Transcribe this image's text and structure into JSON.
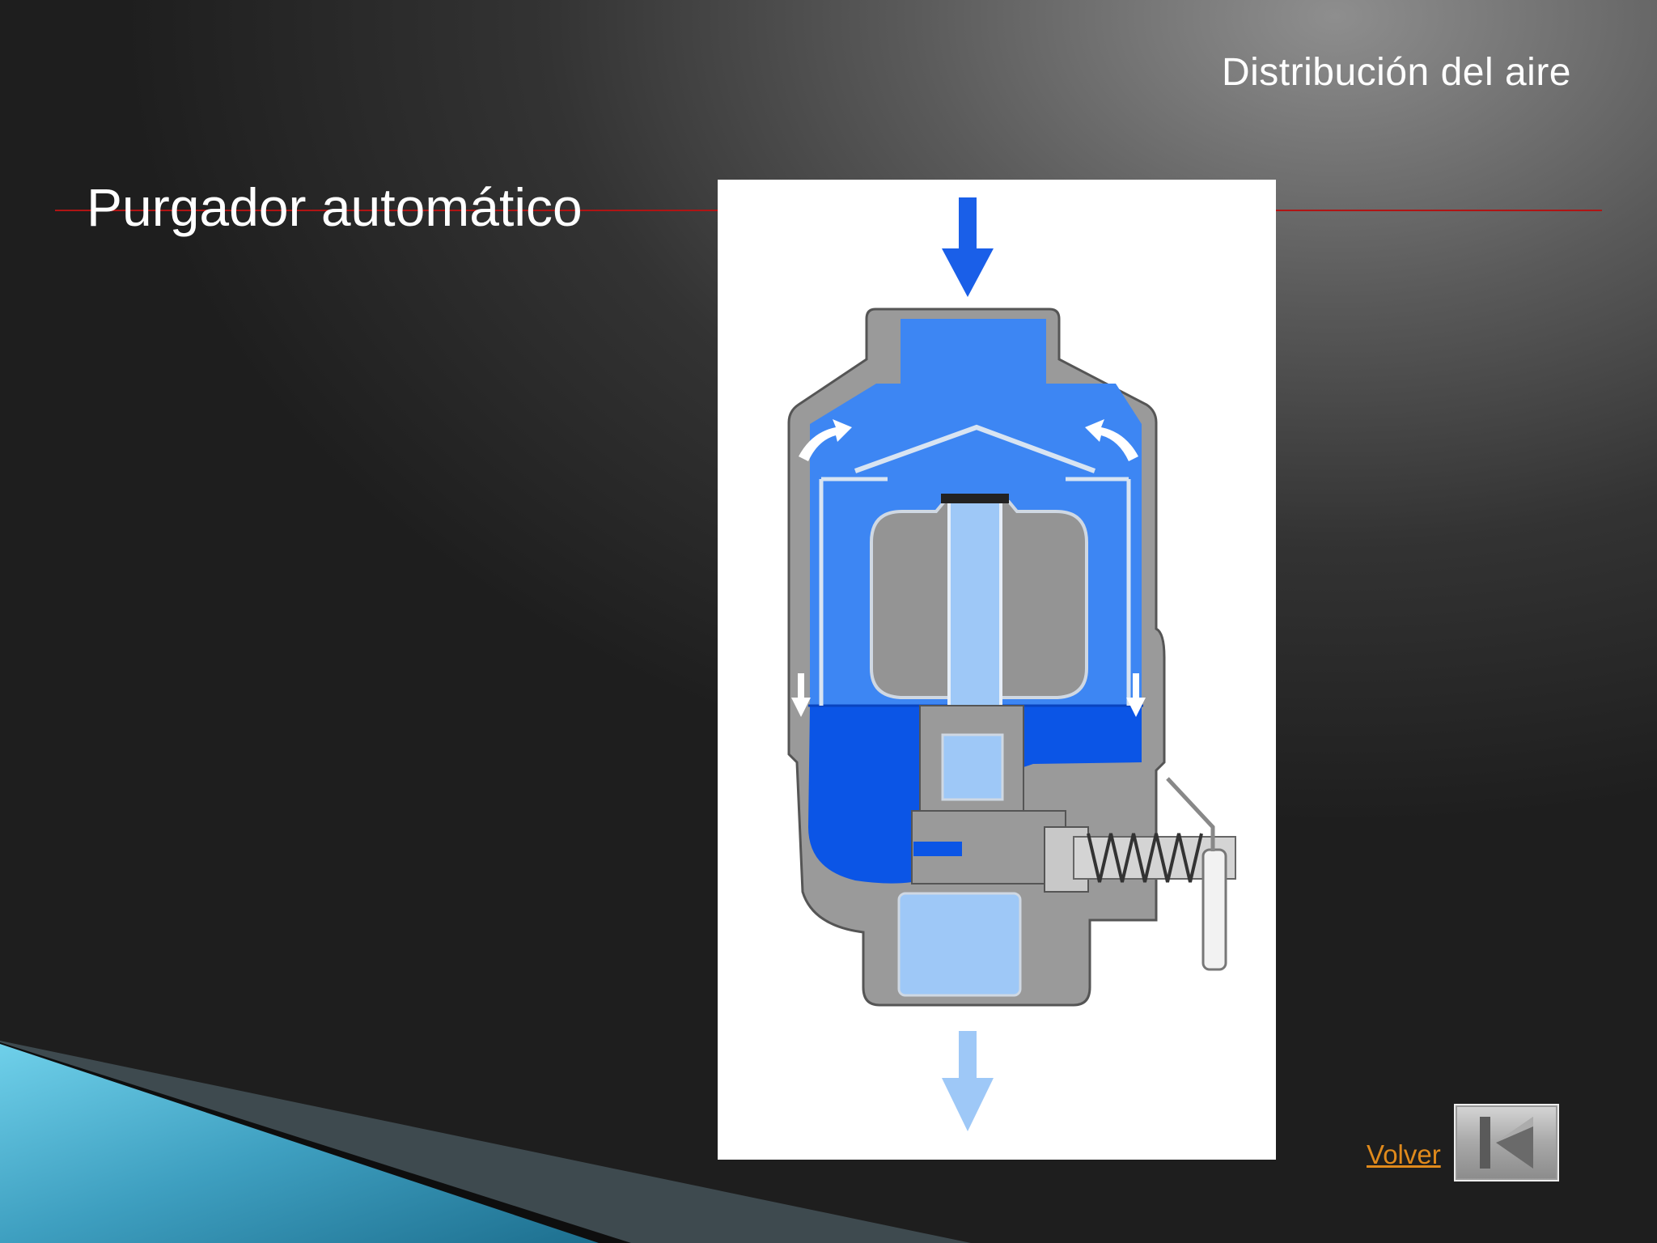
{
  "header": {
    "section_title": "Distribución del aire"
  },
  "slide": {
    "title": "Purgador automático"
  },
  "figure": {
    "subject": "automatic-drain-cutaway-diagram"
  },
  "navigation": {
    "back_link": "Volver",
    "back_button_icon": "first-slide-icon"
  },
  "colors": {
    "accent_rule": "#b01414",
    "link": "#e08a1c",
    "fluid_blue": "#3d86f3",
    "fluid_dark": "#0b55e6",
    "exhaust_blue": "#9ec8f7",
    "corner_teal": "#4fb6d3"
  }
}
